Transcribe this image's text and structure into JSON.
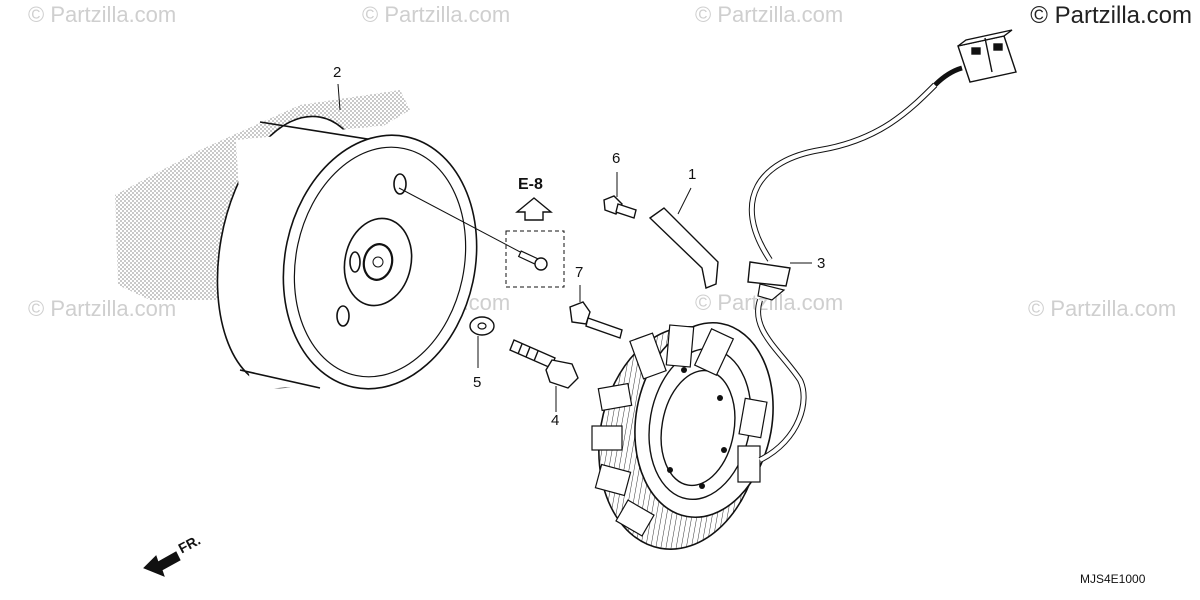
{
  "watermarks": {
    "main": "© Partzilla.com",
    "faint": "© Partzilla.com"
  },
  "callouts": {
    "c1": "1",
    "c2": "2",
    "c3": "3",
    "c4": "4",
    "c5": "5",
    "c6": "6",
    "c7": "7"
  },
  "reference": "E-8",
  "front_label": "FR.",
  "diagram_code": "MJS4E1000"
}
